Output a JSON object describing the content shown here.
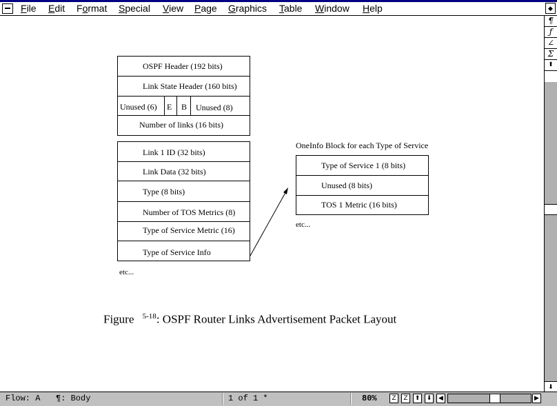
{
  "menubar": {
    "items": [
      "File",
      "Edit",
      "Format",
      "Special",
      "View",
      "Page",
      "Graphics",
      "Table",
      "Window",
      "Help"
    ],
    "underline": [
      "F",
      "E",
      "o",
      "S",
      "V",
      "P",
      "G",
      "T",
      "W",
      "H"
    ]
  },
  "sidebar": {
    "tools": [
      "¶",
      "ƒ",
      "∠",
      "Σ",
      "⬆"
    ],
    "scroll_down": "⬇"
  },
  "diagram": {
    "header_block": {
      "rows": [
        "OSPF Header (192 bits)",
        "Link State Header (160 bits)"
      ],
      "flags_row": {
        "unused_left": "Unused (6)",
        "e": "E",
        "b": "B",
        "unused_right": "Unused (8)"
      },
      "last_row": "Number of links (16 bits)"
    },
    "link_block": {
      "rows": [
        "Link 1 ID (32 bits)",
        "Link Data (32 bits)",
        "Type (8 bits)",
        "Number of TOS Metrics (8)",
        "Type of Service Metric (16)",
        "Type of Service Info"
      ],
      "etc": "etc..."
    },
    "tos_block": {
      "label": "OneInfo Block for each Type of Service",
      "rows": [
        "Type of Service 1 (8 bits)",
        "Unused (8 bits)",
        "TOS 1 Metric (16 bits)"
      ],
      "etc": "etc..."
    },
    "caption": {
      "prefix": "Figure",
      "number": "5-18",
      "text": ": OSPF Router Links Advertisement Packet Layout"
    }
  },
  "statusbar": {
    "flow": "Flow: A",
    "style": "¶: Body",
    "page": "1 of 1 *",
    "zoom": "80%",
    "buttons": [
      "Z",
      "Z",
      "⬆",
      "⬇",
      "◀"
    ],
    "scroll_right": "▶"
  }
}
